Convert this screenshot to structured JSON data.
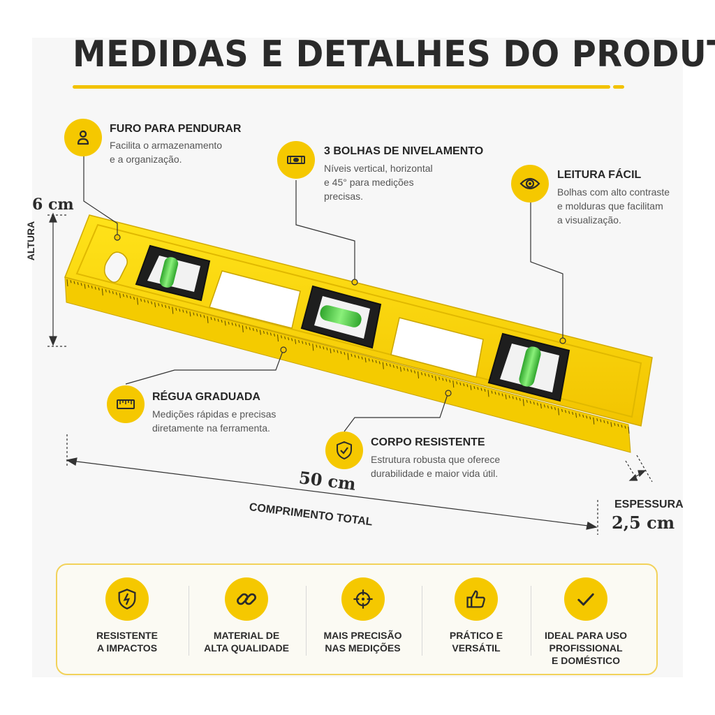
{
  "title": "MEDIDAS E DETALHES DO PRODUTO",
  "colors": {
    "accent": "#f5c800",
    "body": "#f6d300",
    "frame": "#1e1e1e",
    "bubble": "#4fd24a",
    "text": "#2b2b2b"
  },
  "callouts": {
    "hole": {
      "icon": "hook-icon",
      "title": "FURO PARA PENDURAR",
      "desc": "Facilita o armazenamento\ne a organização."
    },
    "bubbles": {
      "icon": "spirit-level-icon",
      "title": "3 BOLHAS DE NIVELAMENTO",
      "desc": "Níveis vertical, horizontal\ne 45° para medições\nprecisas."
    },
    "reading": {
      "icon": "eye-icon",
      "title": "LEITURA FÁCIL",
      "desc": "Bolhas com alto contraste\ne molduras que facilitam\na visualização."
    },
    "ruler": {
      "icon": "ruler-icon",
      "title": "RÉGUA GRADUADA",
      "desc": "Medições rápidas e precisas\ndiretamente na ferramenta."
    },
    "body": {
      "icon": "shield-check-icon",
      "title": "CORPO RESISTENTE",
      "desc": "Estrutura robusta que oferece\ndurabilidade e maior vida útil."
    }
  },
  "dimensions": {
    "height": {
      "value": "6 cm",
      "label": "ALTURA"
    },
    "length": {
      "value": "50 cm",
      "label": "COMPRIMENTO TOTAL"
    },
    "thickness": {
      "value": "2,5 cm",
      "label": "ESPESSURA"
    }
  },
  "benefits": [
    {
      "icon": "shield-bolt-icon",
      "label": "RESISTENTE\nA IMPACTOS"
    },
    {
      "icon": "chain-link-icon",
      "label": "MATERIAL DE\nALTA QUALIDADE"
    },
    {
      "icon": "crosshair-icon",
      "label": "MAIS PRECISÃO\nNAS MEDIÇÕES"
    },
    {
      "icon": "thumbs-up-icon",
      "label": "PRÁTICO E\nVERSÁTIL"
    },
    {
      "icon": "checkmark-icon",
      "label": "IDEAL PARA USO\nPROFISSIONAL\nE DOMÉSTICO"
    }
  ]
}
